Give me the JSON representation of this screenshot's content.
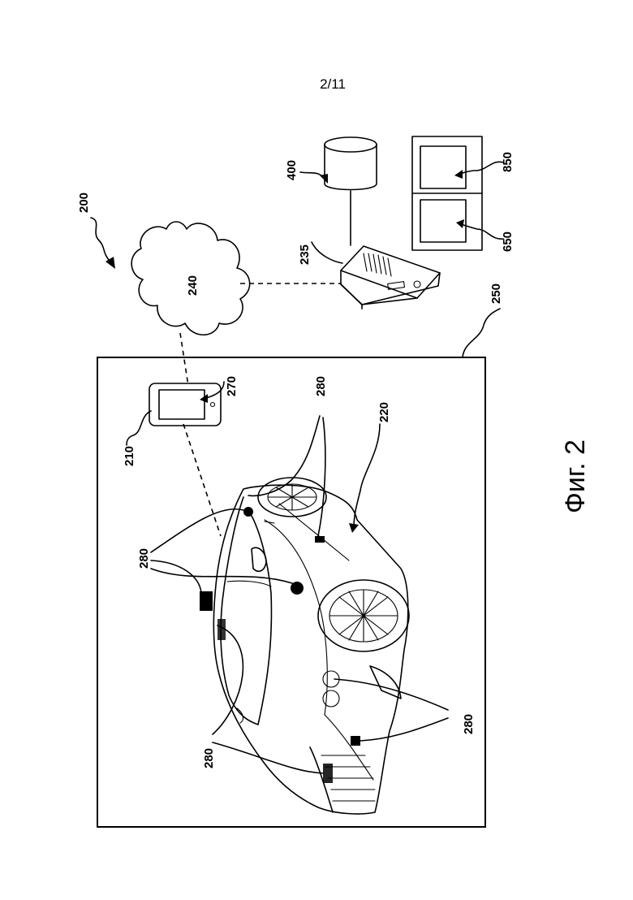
{
  "page": {
    "number": "2/11"
  },
  "figure": {
    "caption": "Фиг. 2",
    "labels": {
      "system": "200",
      "mobile_device": "210",
      "vehicle": "220",
      "server": "235",
      "network": "240",
      "environment": "250",
      "device_screen": "270",
      "sensors": [
        "280",
        "280",
        "280",
        "280"
      ],
      "database": "400",
      "display_a": "650",
      "display_b": "850"
    }
  }
}
